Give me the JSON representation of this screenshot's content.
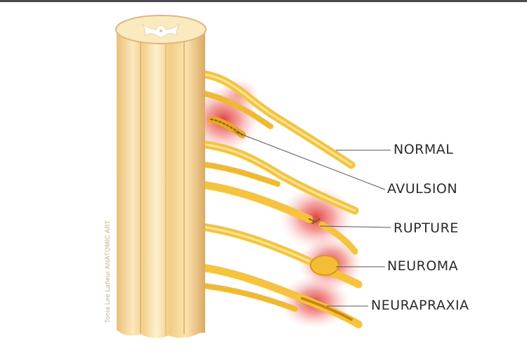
{
  "labels": {
    "normal": "NORMAL",
    "avulsion": "AVULSION",
    "rupture": "RUPTURE",
    "neuroma": "NEUROMA",
    "neurapraxia": "NEURAPRAXIA"
  },
  "credit": "Tonia Lee Lafleur ANATOMIC ART",
  "colors": {
    "cord_light": "#fbe6b6",
    "cord_mid": "#f2cd86",
    "cord_dark": "#dfb068",
    "nerve": "#f6c33a",
    "nerve_dark": "#d99a17",
    "injury_glow": "#e0302a",
    "leader_line": "#555555"
  },
  "icons": [
    "spinal-cord",
    "nerve-root",
    "injury-glow"
  ]
}
